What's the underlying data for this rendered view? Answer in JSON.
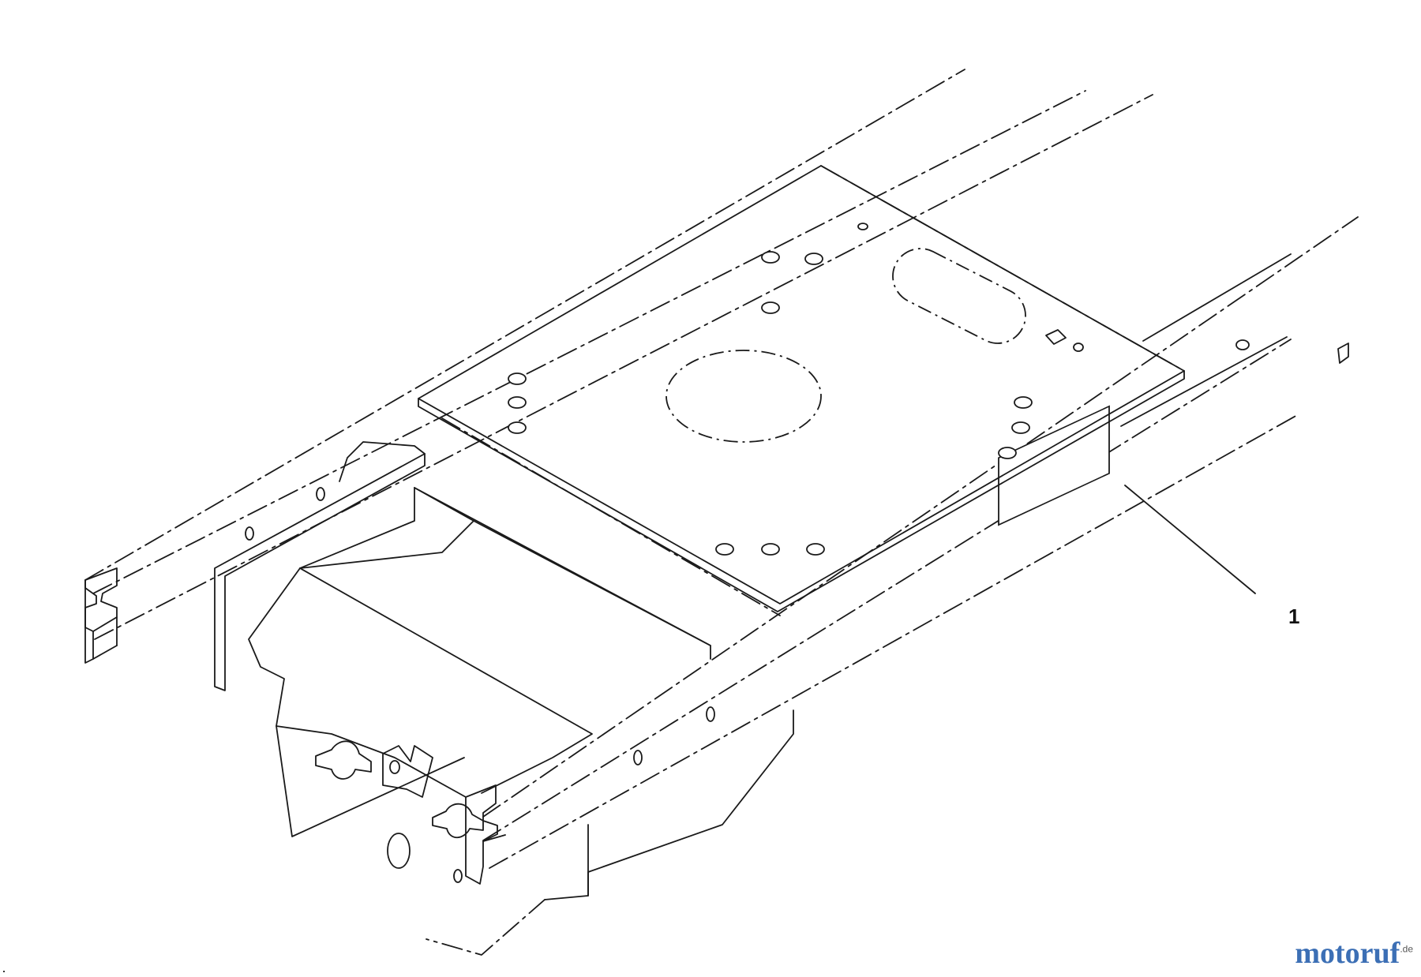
{
  "diagram": {
    "callouts": [
      {
        "label": "1"
      }
    ]
  },
  "watermark": {
    "logo_text": "motoruf",
    "suffix": ".de"
  }
}
